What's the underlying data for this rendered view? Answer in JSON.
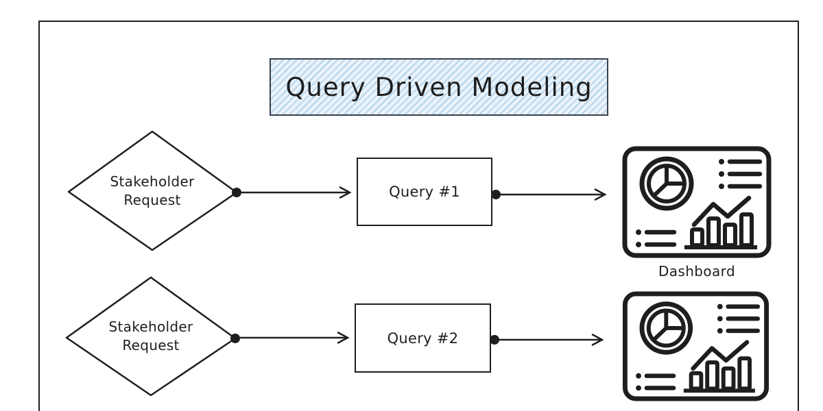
{
  "diagram": {
    "title": "Query Driven Modeling",
    "nodes": {
      "decision1": {
        "type": "diamond",
        "label_line1": "Stakeholder",
        "label_line2": "Request"
      },
      "process1": {
        "type": "rectangle",
        "label": "Query #1"
      },
      "output1": {
        "type": "dashboard-icon",
        "caption": "Dashboard"
      },
      "decision2": {
        "type": "diamond",
        "label_line1": "Stakeholder",
        "label_line2": "Request"
      },
      "process2": {
        "type": "rectangle",
        "label": "Query #2"
      },
      "output2": {
        "type": "dashboard-icon"
      }
    },
    "edges": [
      {
        "from": "decision1",
        "to": "process1",
        "style": "arrow-with-start-dot"
      },
      {
        "from": "process1",
        "to": "output1",
        "style": "arrow-with-start-dot"
      },
      {
        "from": "decision2",
        "to": "process2",
        "style": "arrow-with-start-dot"
      },
      {
        "from": "process2",
        "to": "output2",
        "style": "arrow-with-start-dot"
      }
    ],
    "colors": {
      "ink": "#1e1e1e",
      "title_fill": "#eaf2fa",
      "title_hatch": "#b5d5ec",
      "title_border": "#37404a",
      "background": "#ffffff"
    }
  }
}
